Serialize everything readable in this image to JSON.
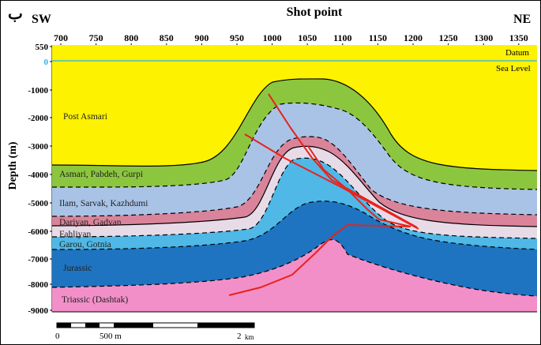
{
  "corner_mark": "ب",
  "header": {
    "left": "SW",
    "title": "Shot point",
    "right": "NE"
  },
  "shot_points": [
    "700",
    "750",
    "800",
    "850",
    "900",
    "950",
    "1000",
    "1050",
    "1100",
    "1150",
    "1200",
    "1250",
    "1300",
    "1350"
  ],
  "depth_axis": {
    "label": "Depth (m)",
    "ticks": [
      "550",
      "0",
      "-1000",
      "-2000",
      "-3000",
      "-4000",
      "-5000",
      "-6000",
      "-7000",
      "-8000",
      "-9000"
    ]
  },
  "datum_labels": {
    "datum": "Datum",
    "sea_level": "Sea Level"
  },
  "formations": [
    {
      "name": "Post Asmari",
      "color": "#fdf200"
    },
    {
      "name": "Asmari, Pabdeh, Gurpi",
      "color": "#8cc63e"
    },
    {
      "name": "Ilam, Sarvak, Kazhdumi",
      "color": "#a9c3e6"
    },
    {
      "name": "Dariyan, Gadvan",
      "color": "#d9849a"
    },
    {
      "name": "Fahliyan",
      "color": "#e8dbe8"
    },
    {
      "name": "Garou, Gotnia",
      "color": "#4fb8e6"
    },
    {
      "name": "Jurassic",
      "color": "#1e74c0"
    },
    {
      "name": "Triassic (Dashtak)",
      "color": "#f28fc8"
    }
  ],
  "fault_color": "#e8221c",
  "scale_bar": {
    "zero": "0",
    "mid": "500 m",
    "end": "2",
    "unit": "km"
  }
}
